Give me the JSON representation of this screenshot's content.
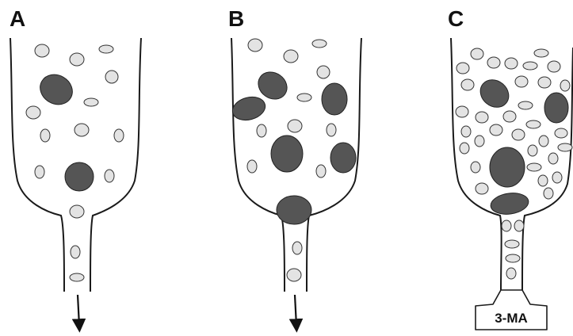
{
  "panels": [
    {
      "label": "A"
    },
    {
      "label": "B"
    },
    {
      "label": "C",
      "inhibitor_label": "3-MA"
    }
  ],
  "colors": {
    "small_cell_fill": "#e3e3e3",
    "large_cell_fill": "#555555",
    "outline": "#1a1a1a"
  },
  "icons": {
    "flow": "down-arrow-icon",
    "block": "inhibitor-box"
  }
}
